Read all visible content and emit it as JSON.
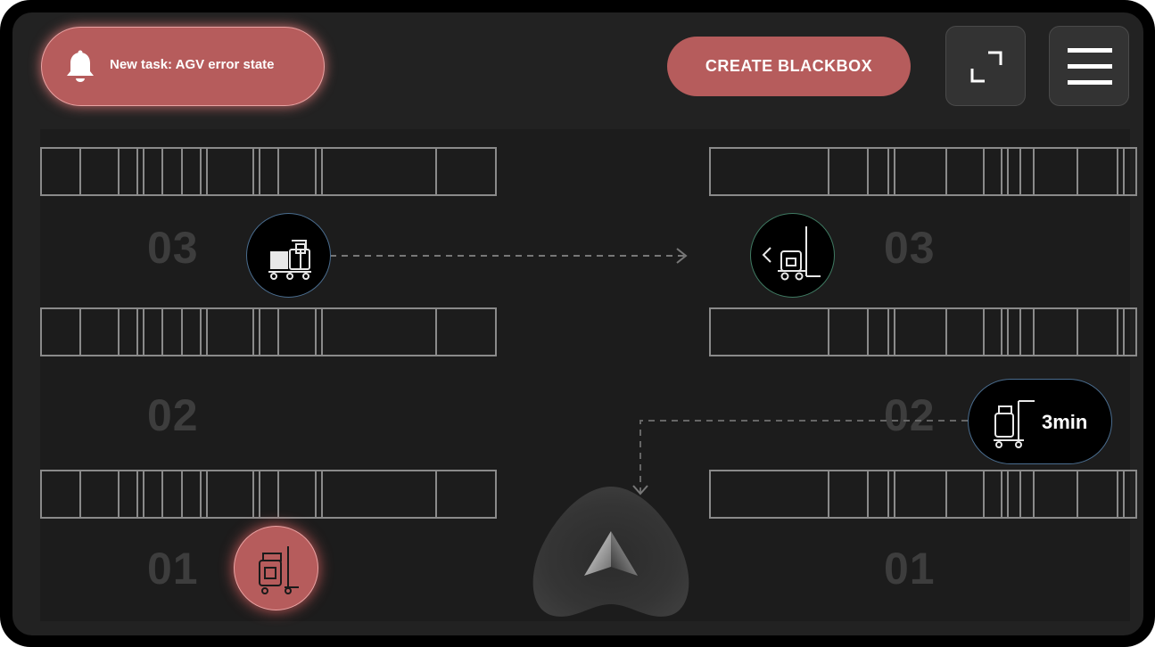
{
  "notification": {
    "text": "New task: AGV error state",
    "icon": "bell-icon"
  },
  "toolbar": {
    "create_label": "CREATE BLACKBOX",
    "expand_icon": "expand-icon",
    "menu_icon": "hamburger-menu-icon"
  },
  "zones": {
    "left": [
      "03",
      "02",
      "01"
    ],
    "right": [
      "03",
      "02",
      "01"
    ]
  },
  "vehicles": {
    "eta_text": "3min"
  },
  "colors": {
    "accent": "#b65c5c",
    "alert_glow": "#e27878",
    "background": "#222222",
    "map": "#1c1c1c",
    "rack_line": "#8a8a8a",
    "zone_label": "#3d3d3d",
    "marker_border_blue": "#4a6d8f",
    "marker_border_green": "#3f7a62"
  }
}
